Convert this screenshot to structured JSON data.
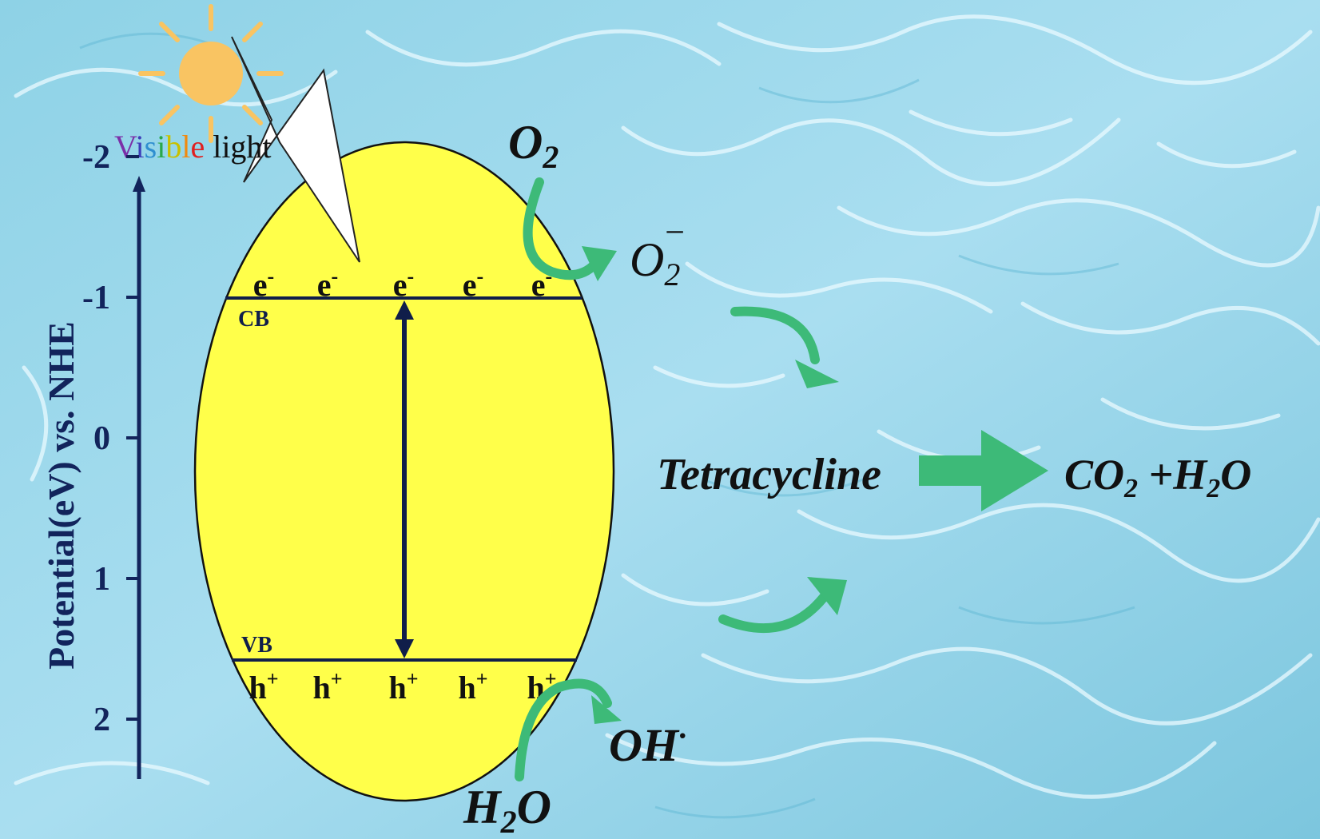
{
  "light_label": {
    "letters": [
      {
        "ch": "V",
        "color": "#7b2fa8"
      },
      {
        "ch": "i",
        "color": "#3d3db8"
      },
      {
        "ch": "s",
        "color": "#2f8fd0"
      },
      {
        "ch": "i",
        "color": "#2aa84a"
      },
      {
        "ch": "b",
        "color": "#c8c000"
      },
      {
        "ch": "l",
        "color": "#f08a10"
      },
      {
        "ch": "e",
        "color": "#e02020"
      }
    ],
    "rest": " light"
  },
  "axis": {
    "label": "Potential(eV) vs. NHE",
    "ticks": [
      {
        "value": -2,
        "label": "-2"
      },
      {
        "value": -1,
        "label": "-1"
      },
      {
        "value": 0,
        "label": "0"
      },
      {
        "value": 1,
        "label": "1"
      },
      {
        "value": 2,
        "label": "2"
      }
    ]
  },
  "band": {
    "cb_label": "CB",
    "vb_label": "VB",
    "electrons": [
      "e",
      "e",
      "e",
      "e",
      "e"
    ],
    "electron_charge": "-",
    "holes": [
      "h",
      "h",
      "h",
      "h",
      "h"
    ],
    "hole_charge": "+"
  },
  "species": {
    "o2": {
      "main": "O",
      "sub": "2"
    },
    "superoxide": {
      "main": "O",
      "sub": "2",
      "sup": "−"
    },
    "h2o": {
      "pre": "H",
      "sub": "2",
      "post": "O"
    },
    "oh": {
      "main": "OH",
      "sup": "·"
    },
    "tetracycline": "Tetracycline",
    "products": {
      "a": "CO",
      "a_sub": "2",
      "plus": " +H",
      "b_sub": "2",
      "b": "O"
    }
  },
  "colors": {
    "particle_fill": "#ffff4a",
    "band_line": "#101e4a",
    "axis": "#12245c",
    "arrow_green": "#3dba78",
    "sun": "#f9c462",
    "water_light": "#c4ecf6",
    "water_mid": "#8fd3e6",
    "water_deep": "#62b8d4"
  }
}
